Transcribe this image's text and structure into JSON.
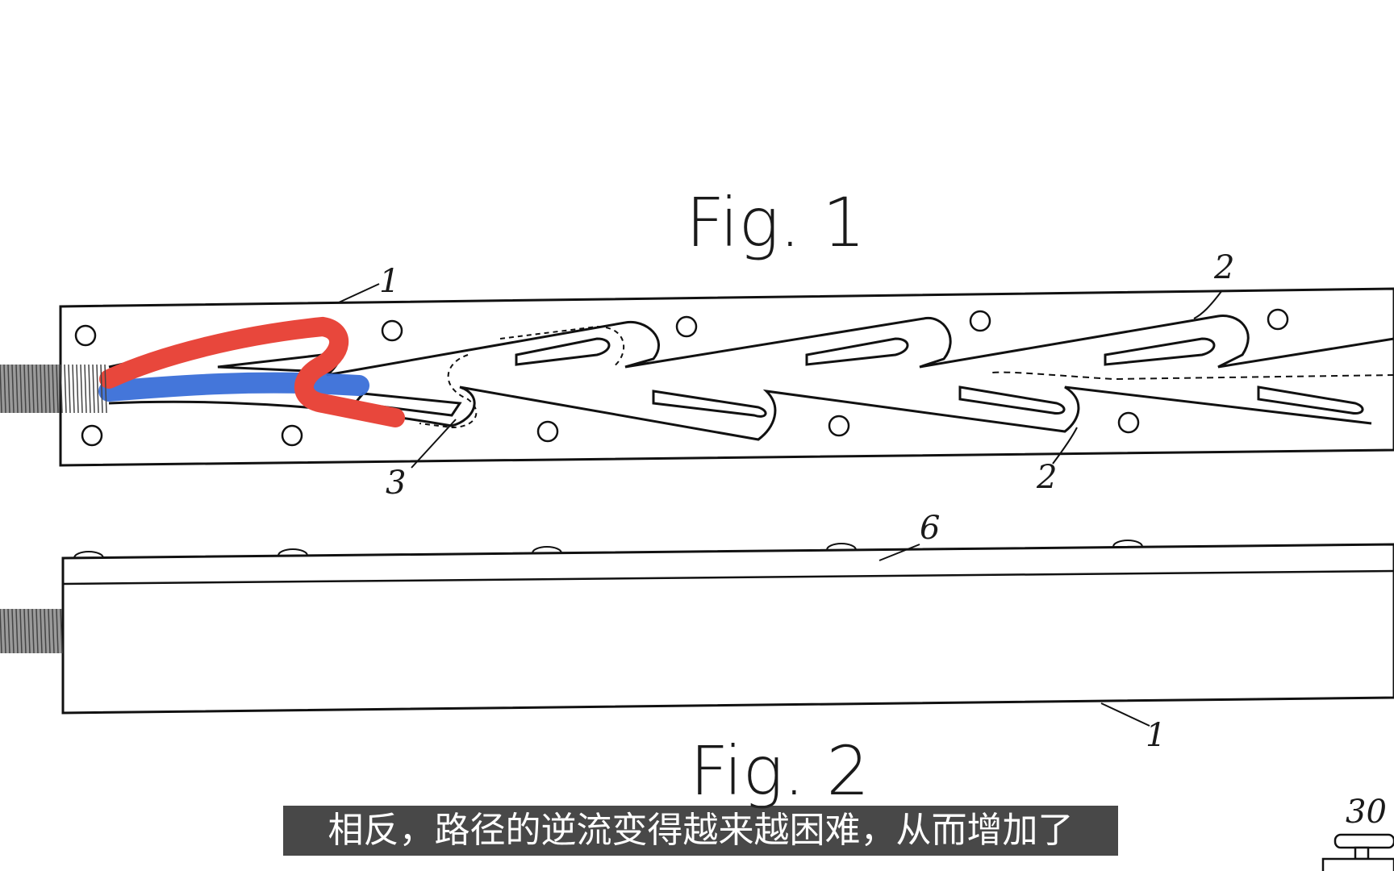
{
  "figure": {
    "fig1_title": "Fig. 1",
    "fig2_title": "Fig. 2",
    "labels": {
      "fig1_body": "1",
      "fig1_top_channel": "2",
      "fig1_bottom_channel": "2",
      "fig1_bay": "3",
      "fig2_cover": "6",
      "fig2_body": "1",
      "partial_right": "30"
    },
    "overlay_colors": {
      "forward_flow": "#e8473c",
      "reverse_flow": "#3a6fd8"
    }
  },
  "subtitle": {
    "text": "相反，路径的逆流变得越来越困难，从而增加了"
  }
}
